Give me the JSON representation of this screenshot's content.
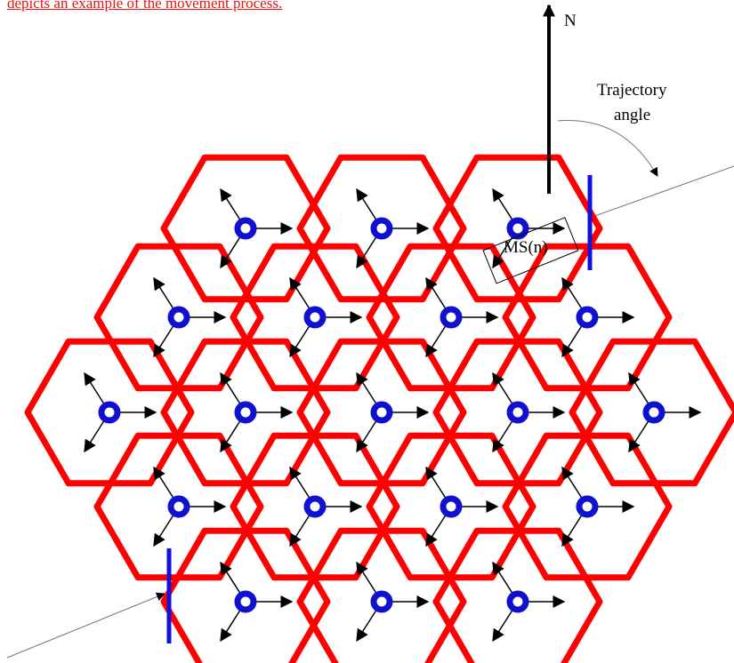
{
  "caption": "depicts an example of the movement process.",
  "labels": {
    "north": "N",
    "trajectory": [
      "Trajectory",
      "angle"
    ],
    "mobile_station": "MS(n)"
  },
  "colors": {
    "cell_border": "#ff0000",
    "base_station": "#1010d0",
    "boundary_marker": "#1010e0",
    "arrow": "#000000"
  },
  "grid": {
    "rows": [
      3,
      4,
      5,
      4,
      3
    ],
    "layout": "hexagonal cluster of 19 cells, each with a three-sector base station"
  },
  "icons": {
    "base_station": "blue-ring-icon",
    "sector_antenna": "arrow-icon"
  }
}
